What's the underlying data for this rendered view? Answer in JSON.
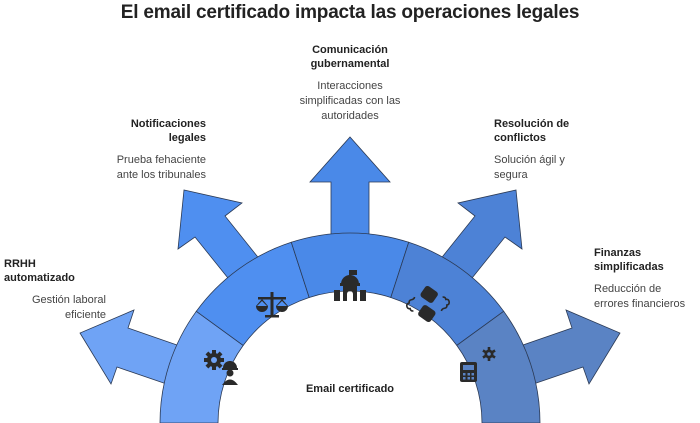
{
  "title": "El email certificado impacta las operaciones legales",
  "center": {
    "label": "Email certificado"
  },
  "colors": {
    "segment_1": "#6fa3f5",
    "segment_2": "#4f8ff0",
    "segment_3": "#4a89e8",
    "segment_4": "#4d82d6",
    "segment_5": "#5a83c4",
    "outline": "#2b3a55",
    "icon": "#2a2a2a"
  },
  "items": [
    {
      "title": "RRHH automatizado",
      "description": "Gestión laboral eficiente",
      "icon": "gear-worker-icon"
    },
    {
      "title": "Notificaciones legales",
      "description": "Prueba fehaciente ante los tribunales",
      "icon": "scales-icon"
    },
    {
      "title": "Comunicación gubernamental",
      "description": "Interacciones simplificadas con las autoridades",
      "icon": "government-building-icon"
    },
    {
      "title": "Resolución de conflictos",
      "description": "Solución ágil y segura",
      "icon": "handshake-resolution-icon"
    },
    {
      "title": "Finanzas simplificadas",
      "description": "Reducción de errores financieros",
      "icon": "calculator-gear-icon"
    }
  ]
}
